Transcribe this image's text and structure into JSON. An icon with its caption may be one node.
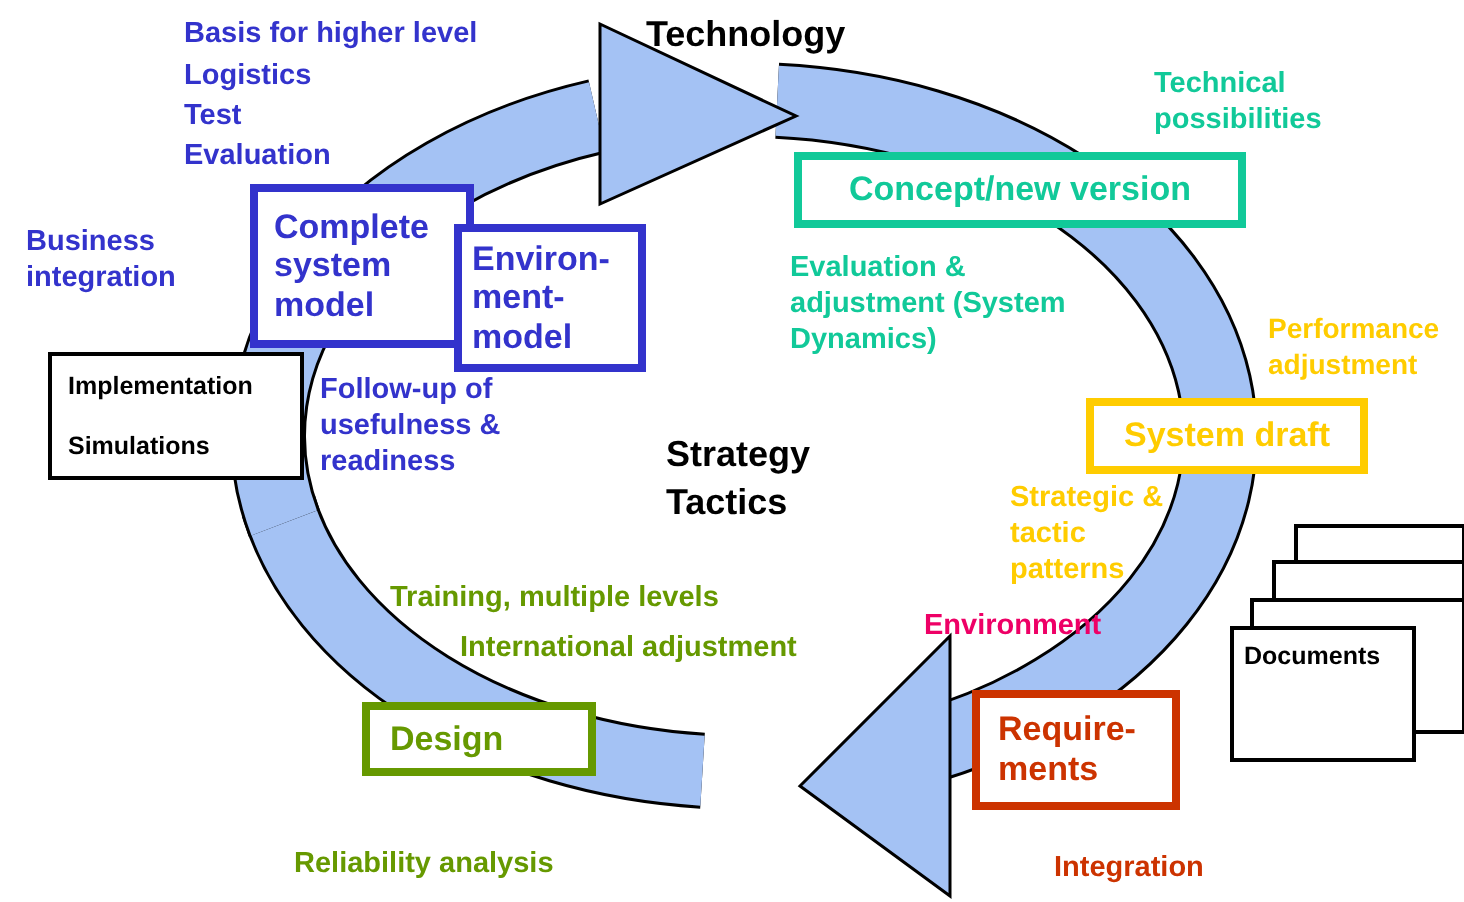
{
  "diagram": {
    "title": "Technology",
    "nodes": [
      {
        "text": [
          "Complete system model"
        ]
      },
      {
        "text": [
          "Environ- ment- model"
        ]
      },
      {
        "text": [
          "Implementation",
          "Simulations"
        ]
      },
      {
        "text": [
          "Concept/new version"
        ]
      },
      {
        "text": [
          "System draft"
        ]
      },
      {
        "text": [
          "Documents"
        ]
      },
      {
        "text": [
          "Require- ments"
        ]
      },
      {
        "text": [
          "Design"
        ]
      }
    ],
    "edges": [],
    "labels": [
      "Basis for higher level",
      "Logistics",
      "Test",
      "Evaluation",
      "Technical possibilities",
      "Business integration",
      "Evaluation & adjustment (System Dynamics)",
      "Performance adjustment",
      "Follow-up of usefulness & readiness",
      "Strategy",
      "Tactics",
      "Strategic & tactic patterns",
      "Training, multiple levels",
      "Environment",
      "International adjustment",
      "Reliability analysis",
      "Integration"
    ]
  }
}
